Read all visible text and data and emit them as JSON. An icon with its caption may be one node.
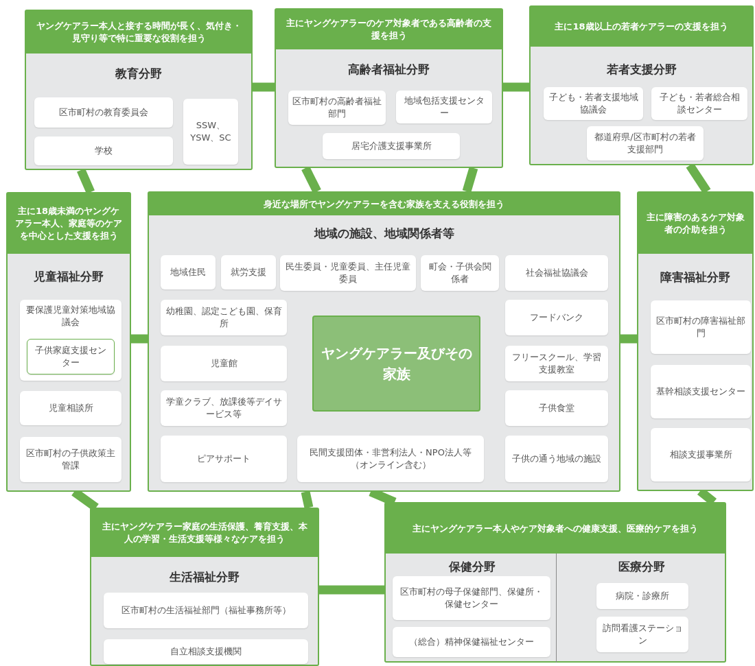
{
  "diagram": {
    "nodes": [
      {
        "text": [
          "ヤングケアラー本人と接する時間が長く、気付き・見守り等で特に重要な役割を担う",
          "教育分野"
        ]
      },
      {
        "text": [
          "区市町村の教育委員会"
        ],
        "in": 0
      },
      {
        "text": [
          "学校"
        ],
        "in": 0
      },
      {
        "text": [
          "SSW、YSW、SC"
        ],
        "in": 0
      },
      {
        "text": [
          "主にヤングケアラーのケア対象者である高齢者の支援を担う",
          "高齢者福祉分野"
        ]
      },
      {
        "text": [
          "区市町村の高齢者福祉部門"
        ],
        "in": 4
      },
      {
        "text": [
          "地域包括支援センター"
        ],
        "in": 4
      },
      {
        "text": [
          "居宅介護支援事業所"
        ],
        "in": 4
      },
      {
        "text": [
          "主に18歳以上の若者ケアラーの支援を担う",
          "若者支援分野"
        ]
      },
      {
        "text": [
          "子ども・若者支援地域協議会"
        ],
        "in": 8
      },
      {
        "text": [
          "子ども・若者総合相談センター"
        ],
        "in": 8
      },
      {
        "text": [
          "都道府県/区市町村の若者支援部門"
        ],
        "in": 8
      },
      {
        "text": [
          "主に18歳未満のヤングケアラー本人、家庭等のケアを中心とした支援を担う",
          "児童福祉分野"
        ]
      },
      {
        "text": [
          "要保護児童対策地域協議会"
        ],
        "in": 12
      },
      {
        "text": [
          "子供家庭支援センター"
        ],
        "in": 13
      },
      {
        "text": [
          "児童相談所"
        ],
        "in": 12
      },
      {
        "text": [
          "区市町村の子供政策主管課"
        ],
        "in": 12
      },
      {
        "text": [
          "身近な場所でヤングケアラーを含む家族を支える役割を担う",
          "地域の施設、地域関係者等"
        ]
      },
      {
        "text": [
          "地域住民"
        ],
        "in": 17
      },
      {
        "text": [
          "就労支援"
        ],
        "in": 17
      },
      {
        "text": [
          "民生委員・児童委員、主任児童委員"
        ],
        "in": 17
      },
      {
        "text": [
          "町会・子供会関係者"
        ],
        "in": 17
      },
      {
        "text": [
          "社会福祉協議会"
        ],
        "in": 17
      },
      {
        "text": [
          "幼稚園、認定こども園、保育所"
        ],
        "in": 17
      },
      {
        "text": [
          "フードバンク"
        ],
        "in": 17
      },
      {
        "text": [
          "児童館"
        ],
        "in": 17
      },
      {
        "text": [
          "ヤングケアラー及びその家族"
        ],
        "in": 17
      },
      {
        "text": [
          "フリースクール、学習支援教室"
        ],
        "in": 17
      },
      {
        "text": [
          "学童クラブ、放課後等デイサービス等"
        ],
        "in": 17
      },
      {
        "text": [
          "子供食堂"
        ],
        "in": 17
      },
      {
        "text": [
          "ピアサポート"
        ],
        "in": 17
      },
      {
        "text": [
          "民間支援団体・非営利法人・NPO法人等（オンライン含む）"
        ],
        "in": 17
      },
      {
        "text": [
          "子供の通う地域の施設"
        ],
        "in": 17
      },
      {
        "text": [
          "主に障害のあるケア対象者の介助を担う",
          "障害福祉分野"
        ]
      },
      {
        "text": [
          "区市町村の障害福祉部門"
        ],
        "in": 33
      },
      {
        "text": [
          "基幹相談支援センター"
        ],
        "in": 33
      },
      {
        "text": [
          "相談支援事業所"
        ],
        "in": 33
      },
      {
        "text": [
          "主にヤングケアラー家庭の生活保護、養育支援、本人の学習・生活支援等様々なケアを担う",
          "生活福祉分野"
        ]
      },
      {
        "text": [
          "区市町村の生活福祉部門（福祉事務所等）"
        ],
        "in": 37
      },
      {
        "text": [
          "自立相談支援機関"
        ],
        "in": 37
      },
      {
        "text": [
          "主にヤングケアラー本人やケア対象者への健康支援、医療的ケアを担う"
        ]
      },
      {
        "text": [
          "保健分野"
        ],
        "in": 40
      },
      {
        "text": [
          "区市町村の母子保健部門、保健所・保健センター"
        ],
        "in": 41
      },
      {
        "text": [
          "（総合）精神保健福祉センター"
        ],
        "in": 41
      },
      {
        "text": [
          "医療分野"
        ],
        "in": 40
      },
      {
        "text": [
          "病院・診療所"
        ],
        "in": 44
      },
      {
        "text": [
          "訪問看護ステーション"
        ],
        "in": 44
      }
    ],
    "edges": [
      {
        "from": 0,
        "to": 4,
        "arrow": "none"
      },
      {
        "from": 4,
        "to": 8,
        "arrow": "none"
      },
      {
        "from": 0,
        "to": 12,
        "arrow": "none"
      },
      {
        "from": 4,
        "to": 17,
        "arrow": "none"
      },
      {
        "from": 4,
        "to": 17,
        "arrow": "none"
      },
      {
        "from": 8,
        "to": 33,
        "arrow": "none"
      },
      {
        "from": 12,
        "to": 17,
        "arrow": "none"
      },
      {
        "from": 17,
        "to": 33,
        "arrow": "none"
      },
      {
        "from": 12,
        "to": 37,
        "arrow": "none"
      },
      {
        "from": 17,
        "to": 37,
        "arrow": "none"
      },
      {
        "from": 17,
        "to": 40,
        "arrow": "none"
      },
      {
        "from": 33,
        "to": 40,
        "arrow": "none"
      },
      {
        "from": 37,
        "to": 40,
        "arrow": "none"
      }
    ]
  }
}
